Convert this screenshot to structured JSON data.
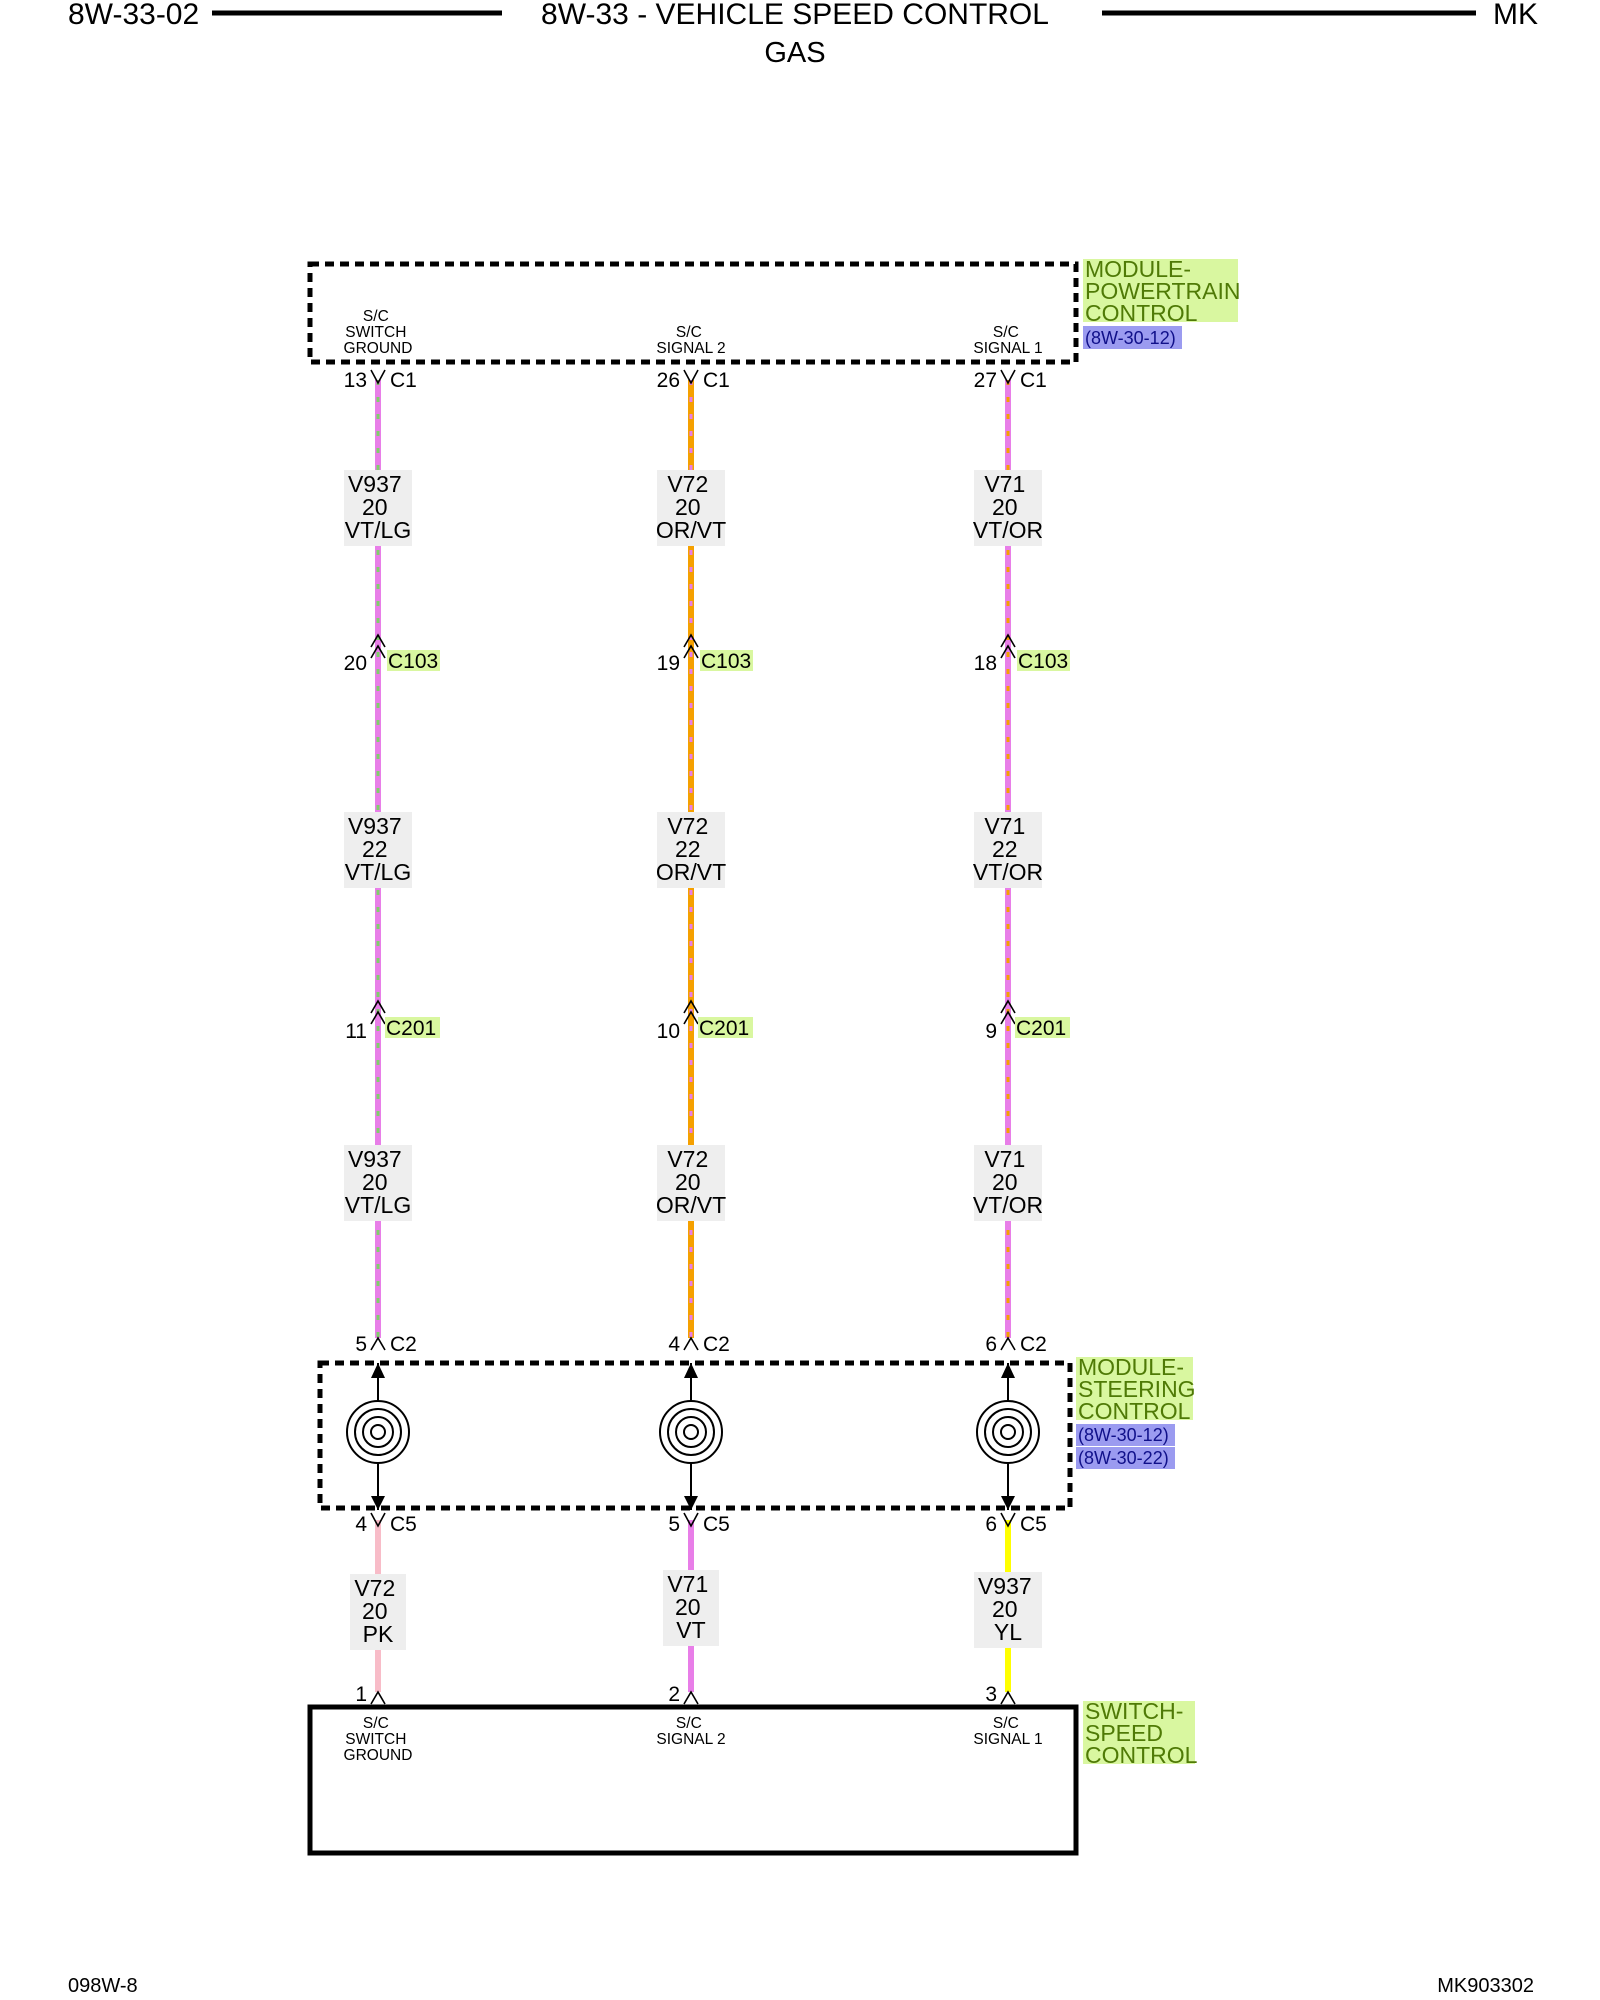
{
  "header": {
    "page_id": "8W-33-02",
    "title": "8W-33 - VEHICLE SPEED CONTROL",
    "subtitle": "GAS",
    "model": "MK"
  },
  "footer": {
    "left_code": "098W-8",
    "right_code": "MK903302"
  },
  "colors": {
    "VT": "#e87ee8",
    "LG": "#7fcf6a",
    "OR": "#f5a000",
    "PK": "#f8bcc8",
    "YL": "#ffff00",
    "module_label_bg": "#d9f7a0",
    "ref_bg": "#9b9bf0",
    "connector_bg": "#d9f7a0",
    "wire_label_bg": "#eeeeee"
  },
  "modules": {
    "pcm": {
      "name_lines": [
        "MODULE-",
        "POWERTRAIN",
        "CONTROL"
      ],
      "refs": [
        "(8W-30-12)"
      ],
      "pins": [
        {
          "label_lines": [
            "S/C",
            "SWITCH",
            "GROUND"
          ],
          "pin": "13",
          "connector": "C1"
        },
        {
          "label_lines": [
            "S/C",
            "SIGNAL 2"
          ],
          "pin": "26",
          "connector": "C1"
        },
        {
          "label_lines": [
            "S/C",
            "SIGNAL 1"
          ],
          "pin": "27",
          "connector": "C1"
        }
      ]
    },
    "steering": {
      "name_lines": [
        "MODULE-",
        "STEERING",
        "CONTROL"
      ],
      "refs": [
        "(8W-30-12)",
        "(8W-30-22)"
      ],
      "top_pins": [
        {
          "pin": "5",
          "connector": "C2"
        },
        {
          "pin": "4",
          "connector": "C2"
        },
        {
          "pin": "6",
          "connector": "C2"
        }
      ],
      "bottom_pins": [
        {
          "pin": "4",
          "connector": "C5"
        },
        {
          "pin": "5",
          "connector": "C5"
        },
        {
          "pin": "6",
          "connector": "C5"
        }
      ]
    },
    "switch": {
      "name_lines": [
        "SWITCH-",
        "SPEED",
        "CONTROL"
      ],
      "pins": [
        {
          "label_lines": [
            "S/C",
            "SWITCH",
            "GROUND"
          ],
          "pin": "1"
        },
        {
          "label_lines": [
            "S/C",
            "SIGNAL 2"
          ],
          "pin": "2"
        },
        {
          "label_lines": [
            "S/C",
            "SIGNAL 1"
          ],
          "pin": "3"
        }
      ]
    }
  },
  "inline_connectors": [
    {
      "name": "C103",
      "pins": [
        "20",
        "19",
        "18"
      ]
    },
    {
      "name": "C201",
      "pins": [
        "11",
        "10",
        "9"
      ]
    }
  ],
  "circuits": [
    {
      "segments": [
        {
          "circuit": "V937",
          "gauge": "20",
          "color": "VT/LG"
        },
        {
          "circuit": "V937",
          "gauge": "22",
          "color": "VT/LG"
        },
        {
          "circuit": "V937",
          "gauge": "20",
          "color": "VT/LG"
        }
      ],
      "lower": {
        "circuit": "V72",
        "gauge": "20",
        "color": "PK"
      }
    },
    {
      "segments": [
        {
          "circuit": "V72",
          "gauge": "20",
          "color": "OR/VT"
        },
        {
          "circuit": "V72",
          "gauge": "22",
          "color": "OR/VT"
        },
        {
          "circuit": "V72",
          "gauge": "20",
          "color": "OR/VT"
        }
      ],
      "lower": {
        "circuit": "V71",
        "gauge": "20",
        "color": "VT"
      }
    },
    {
      "segments": [
        {
          "circuit": "V71",
          "gauge": "20",
          "color": "VT/OR"
        },
        {
          "circuit": "V71",
          "gauge": "22",
          "color": "VT/OR"
        },
        {
          "circuit": "V71",
          "gauge": "20",
          "color": "VT/OR"
        }
      ],
      "lower": {
        "circuit": "V937",
        "gauge": "20",
        "color": "YL"
      }
    }
  ]
}
